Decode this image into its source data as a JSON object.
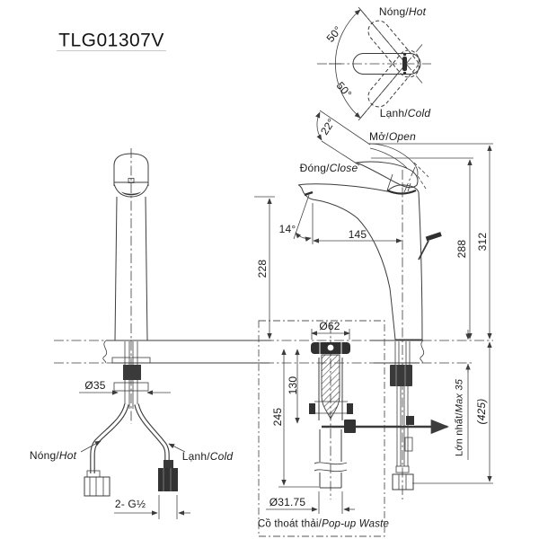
{
  "title": "TLG01307V",
  "colors": {
    "line": "#3c3c3c",
    "text": "#1a1a1a",
    "background": "#ffffff",
    "dark_fill": "#2f2f2f",
    "title_underline": "#c9c9c9"
  },
  "top_view": {
    "hot_label_vi": "Nóng/",
    "hot_label_en": "Hot",
    "cold_label_vi": "Lạnh/",
    "cold_label_en": "Cold",
    "swing_angle_upper": "50°",
    "swing_angle_lower": "50°"
  },
  "side_view": {
    "open_label_vi": "Mở/",
    "open_label_en": "Open",
    "close_label_vi": "Đóng/",
    "close_label_en": "Close",
    "lever_angle": "22°",
    "spray_angle": "14°",
    "spout_reach": "145",
    "spout_height": "228",
    "height_closed": "288",
    "height_open": "312",
    "counter_max_vi": "Lớn nhất/",
    "counter_max_en": "Max 35",
    "overall_depth": "(425)"
  },
  "front_view": {
    "body_diameter": "Ø35",
    "hot_label_vi": "Nóng/",
    "hot_label_en": "Hot",
    "cold_label_vi": "Lạnh/",
    "cold_label_en": "Cold",
    "thread_spec": "2- G½"
  },
  "popup_waste": {
    "flange_diameter": "Ø62",
    "rod_drop": "130",
    "body_length": "245",
    "pipe_diameter": "Ø31.75",
    "caption_vi": "Cồ thoát thải/",
    "caption_en": "Pop-up Waste"
  }
}
